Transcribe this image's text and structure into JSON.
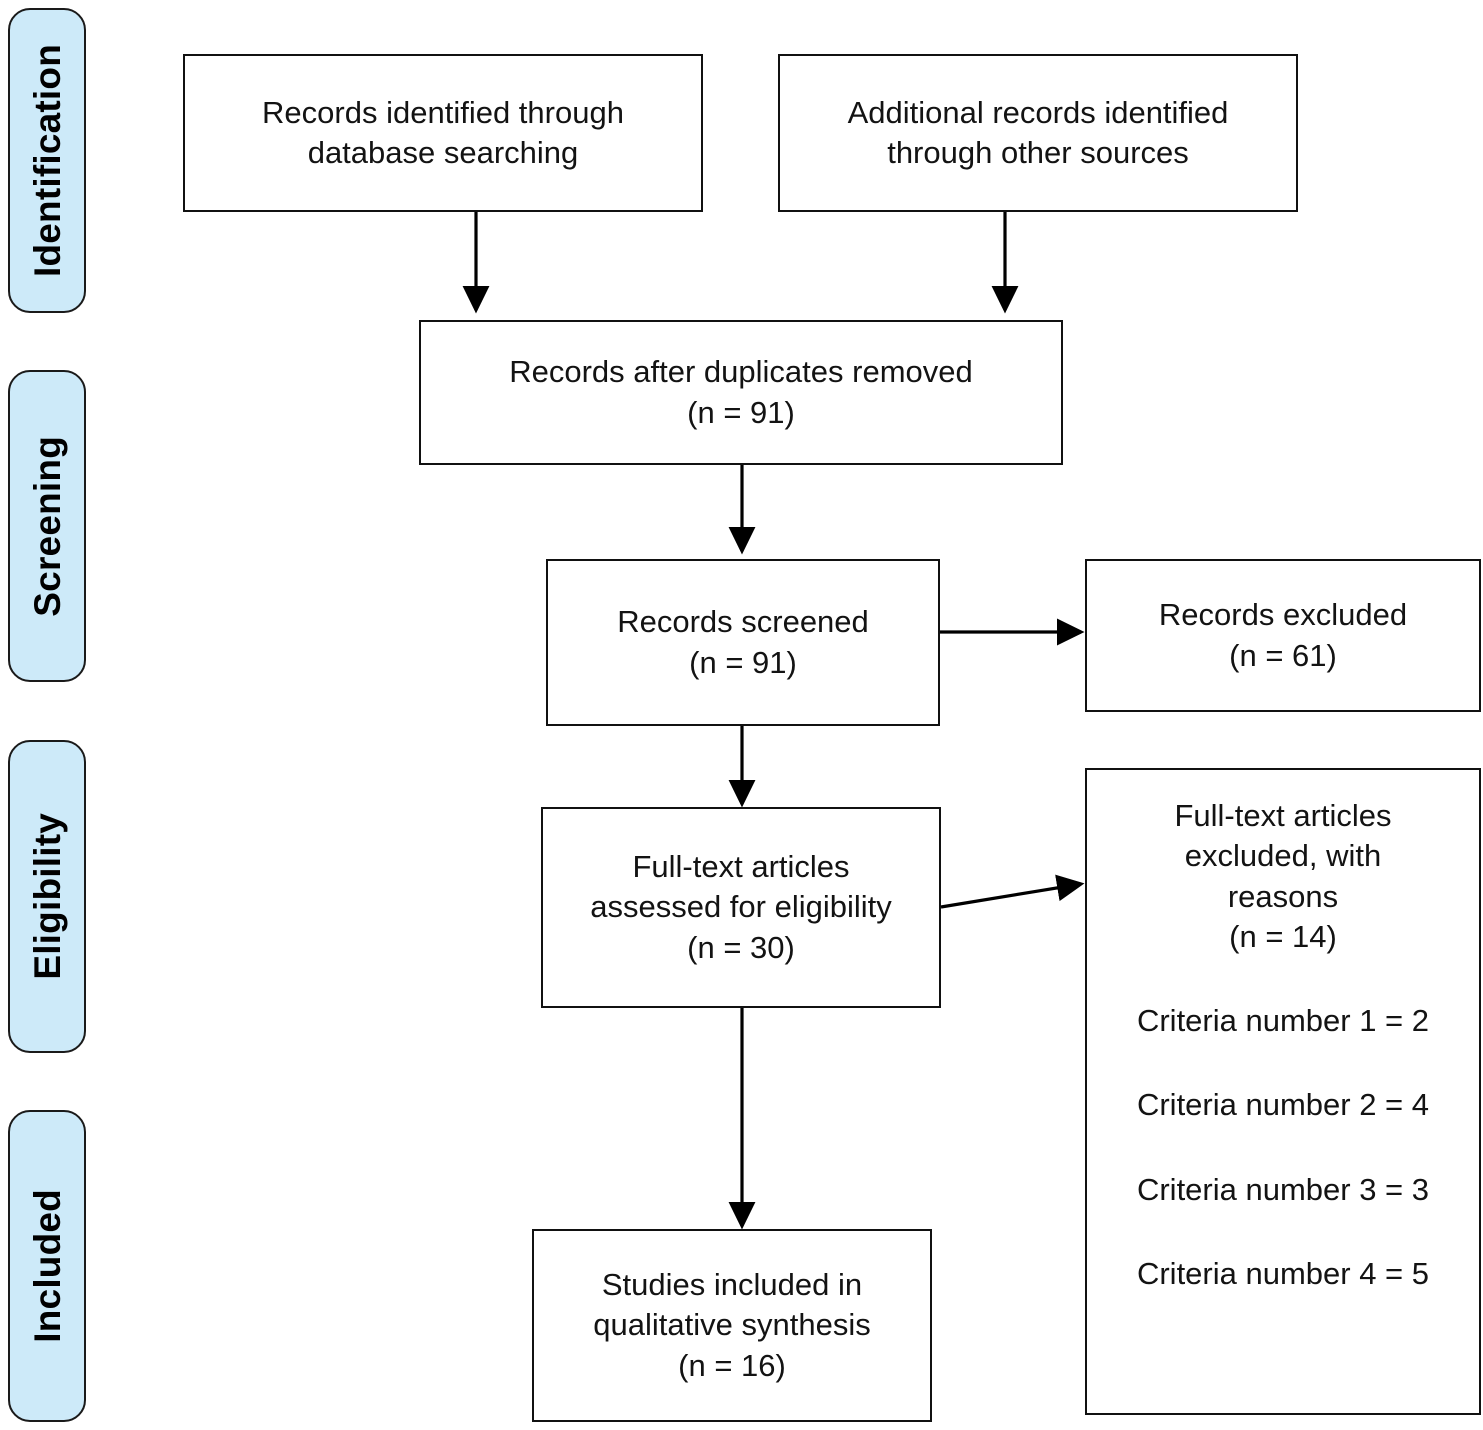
{
  "diagram": {
    "title": "PRISMA flow diagram",
    "type": "prisma-flow-diagram",
    "colors": {
      "stage_fill": "#cdeaf9",
      "stage_border": "#1a1a1a",
      "box_border": "#111111",
      "box_fill": "#ffffff",
      "text": "#131313",
      "connector": "#000000"
    }
  },
  "stages": [
    {
      "id": "identification",
      "label": "Identification"
    },
    {
      "id": "screening",
      "label": "Screening"
    },
    {
      "id": "eligibility",
      "label": "Eligibility"
    },
    {
      "id": "included",
      "label": "Included"
    }
  ],
  "boxes": {
    "database_search": {
      "line1": "Records identified through",
      "line2": "database searching"
    },
    "other_sources": {
      "line1": "Additional records identified",
      "line2": "through other sources"
    },
    "duplicates_removed": {
      "line1": "Records after duplicates removed",
      "line2": "(n = 91)"
    },
    "records_screened": {
      "line1": "Records screened",
      "line2": "(n = 91)"
    },
    "records_excluded": {
      "line1": "Records excluded",
      "line2": "(n = 61)"
    },
    "fulltext_assessed": {
      "line1": "Full-text articles",
      "line2": "assessed for eligibility",
      "line3": "(n = 30)"
    },
    "fulltext_excluded": {
      "line1": "Full-text articles",
      "line2": "excluded, with",
      "line3": "reasons",
      "line4": "(n = 14)",
      "reasons": [
        "Criteria number 1 = 2",
        "Criteria number 2 = 4",
        "Criteria number 3 = 3",
        "Criteria number 4 = 5"
      ]
    },
    "studies_included": {
      "line1": "Studies included in",
      "line2": "qualitative synthesis",
      "line3": "(n = 16)"
    }
  },
  "chart_data": {
    "type": "diagram",
    "title": "PRISMA flow diagram",
    "nodes": [
      {
        "id": "database_search",
        "label": "Records identified through database searching",
        "n": null,
        "stage": "Identification"
      },
      {
        "id": "other_sources",
        "label": "Additional records identified through other sources",
        "n": null,
        "stage": "Identification"
      },
      {
        "id": "duplicates_removed",
        "label": "Records after duplicates removed",
        "n": 91,
        "stage": "Screening"
      },
      {
        "id": "records_screened",
        "label": "Records screened",
        "n": 91,
        "stage": "Screening"
      },
      {
        "id": "records_excluded",
        "label": "Records excluded",
        "n": 61,
        "stage": "Screening"
      },
      {
        "id": "fulltext_assessed",
        "label": "Full-text articles assessed for eligibility",
        "n": 30,
        "stage": "Eligibility"
      },
      {
        "id": "fulltext_excluded",
        "label": "Full-text articles excluded, with reasons",
        "n": 14,
        "stage": "Eligibility"
      },
      {
        "id": "studies_included",
        "label": "Studies included in qualitative synthesis",
        "n": 16,
        "stage": "Included"
      }
    ],
    "edges": [
      {
        "from": "database_search",
        "to": "duplicates_removed"
      },
      {
        "from": "other_sources",
        "to": "duplicates_removed"
      },
      {
        "from": "duplicates_removed",
        "to": "records_screened"
      },
      {
        "from": "records_screened",
        "to": "records_excluded"
      },
      {
        "from": "records_screened",
        "to": "fulltext_assessed"
      },
      {
        "from": "fulltext_assessed",
        "to": "fulltext_excluded"
      },
      {
        "from": "fulltext_assessed",
        "to": "studies_included"
      }
    ],
    "exclusion_reasons": [
      {
        "label": "Criteria number 1",
        "value": 2
      },
      {
        "label": "Criteria number 2",
        "value": 4
      },
      {
        "label": "Criteria number 3",
        "value": 3
      },
      {
        "label": "Criteria number 4",
        "value": 5
      }
    ]
  }
}
